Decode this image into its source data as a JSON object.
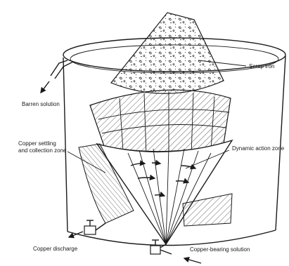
{
  "labels": {
    "scrap_iron": "Scrap iron",
    "barren_solution": "Barren solution",
    "dynamic_action_zone": "Dynamic action zone",
    "copper_settling_line1": "Copper settling",
    "copper_settling_line2": "and collection zone",
    "copper_discharge": "Copper discharge",
    "copper_bearing_solution": "Copper-bearing solution"
  },
  "colors": {
    "ink": "#1a1a1a",
    "paper": "#ffffff"
  },
  "icons": [
    "discharge-valve-icon",
    "inlet-valve-icon",
    "flow-arrow-icon"
  ]
}
